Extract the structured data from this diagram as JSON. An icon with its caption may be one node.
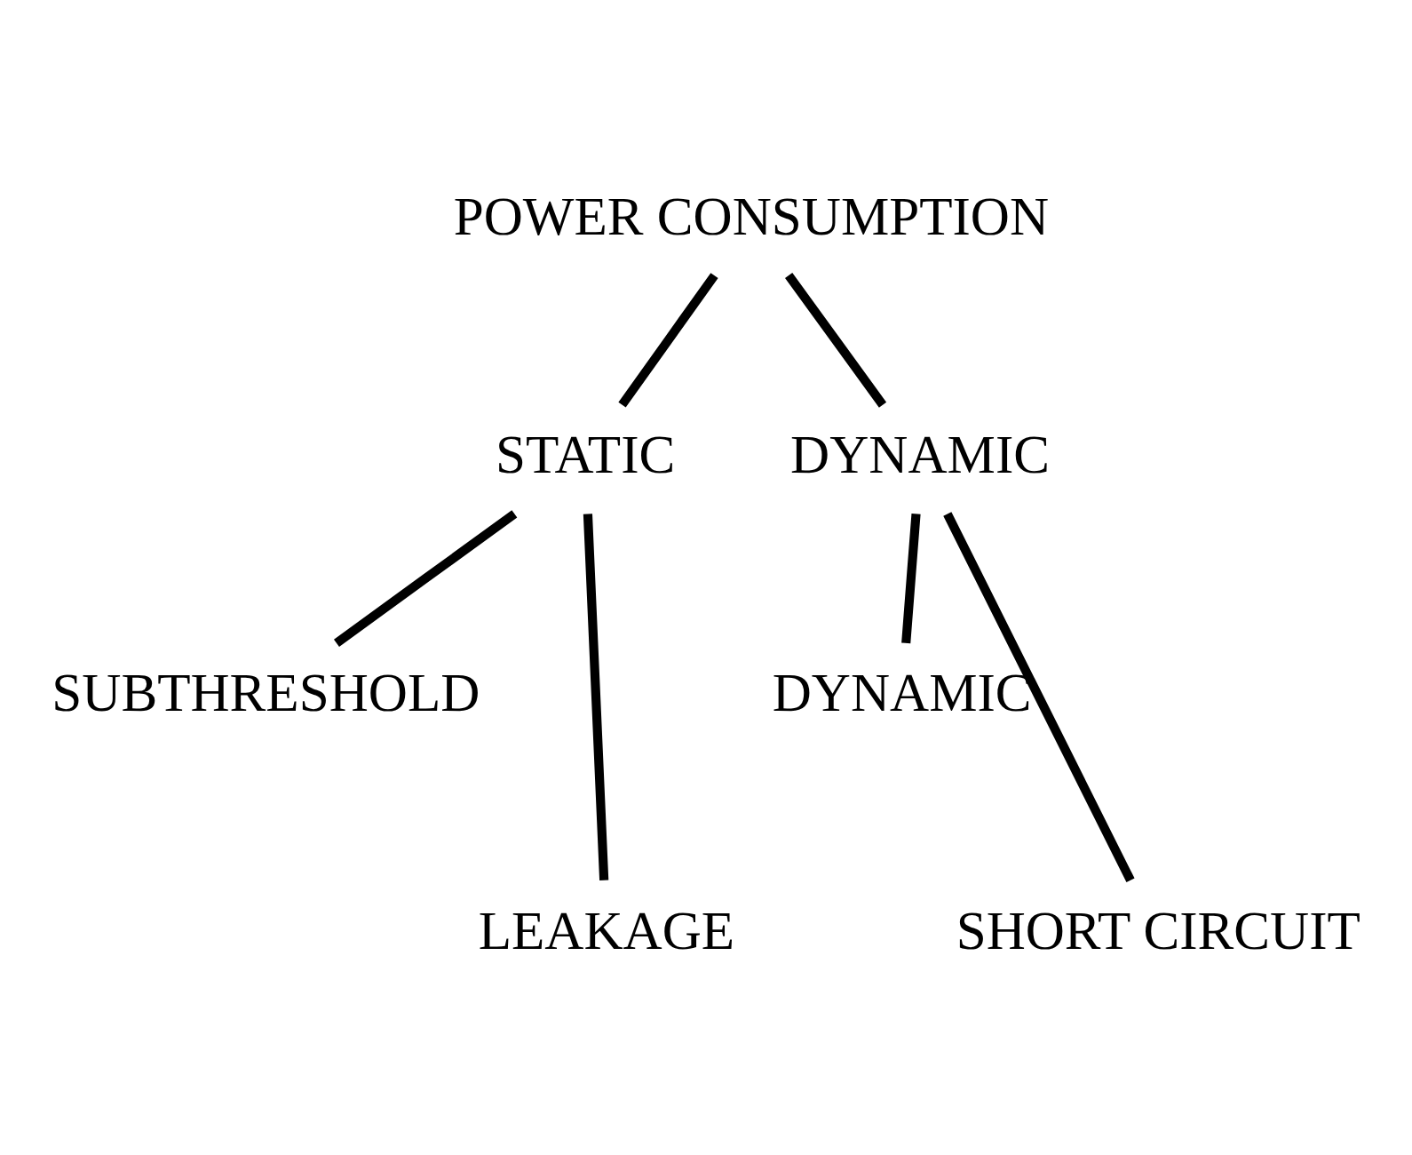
{
  "diagram": {
    "nodes": [
      {
        "text": [
          "POWER CONSUMPTION"
        ]
      },
      {
        "text": [
          "STATIC"
        ]
      },
      {
        "text": [
          "DYNAMIC"
        ]
      },
      {
        "text": [
          "SUBTHRESHOLD"
        ]
      },
      {
        "text": [
          "LEAKAGE"
        ]
      },
      {
        "text": [
          "DYNAMIC"
        ]
      },
      {
        "text": [
          "SHORT CIRCUIT"
        ]
      }
    ],
    "edges": [
      {
        "from": 0,
        "to": 1,
        "arrow": "none"
      },
      {
        "from": 0,
        "to": 2,
        "arrow": "none"
      },
      {
        "from": 1,
        "to": 3,
        "arrow": "none"
      },
      {
        "from": 1,
        "to": 4,
        "arrow": "none"
      },
      {
        "from": 2,
        "to": 5,
        "arrow": "none"
      },
      {
        "from": 2,
        "to": 6,
        "arrow": "none"
      }
    ]
  }
}
